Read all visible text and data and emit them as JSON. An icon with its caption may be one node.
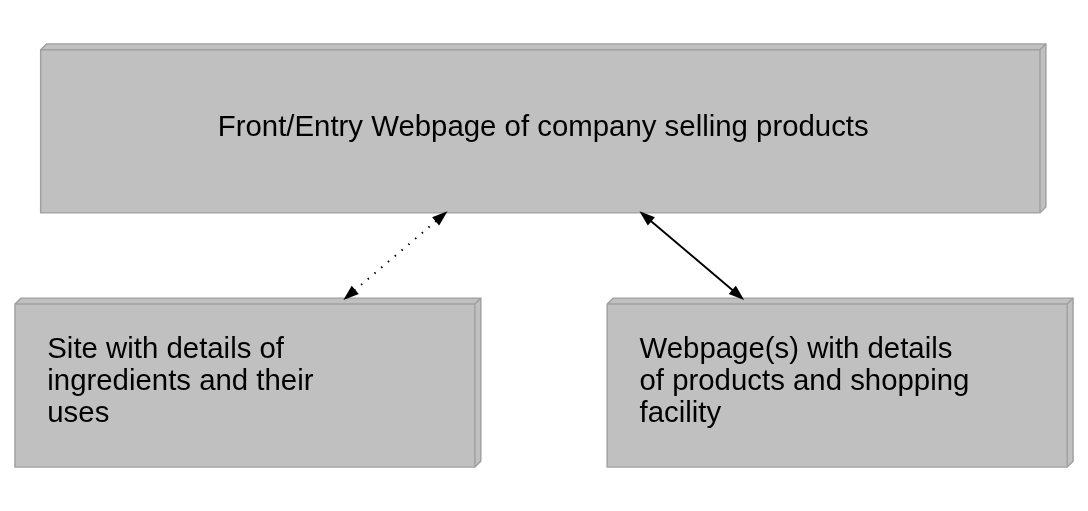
{
  "diagram": {
    "nodes": [
      {
        "text": [
          "Front/Entry Webpage of company selling products"
        ]
      },
      {
        "text": [
          "Site with details of ingredients and their uses"
        ]
      },
      {
        "text": [
          "Webpage(s) with details of products and shopping facility"
        ]
      }
    ],
    "edges": [
      {
        "from": 0,
        "to": 1,
        "arrow": "both",
        "style": "dashed"
      },
      {
        "from": 0,
        "to": 2,
        "arrow": "both"
      }
    ]
  }
}
